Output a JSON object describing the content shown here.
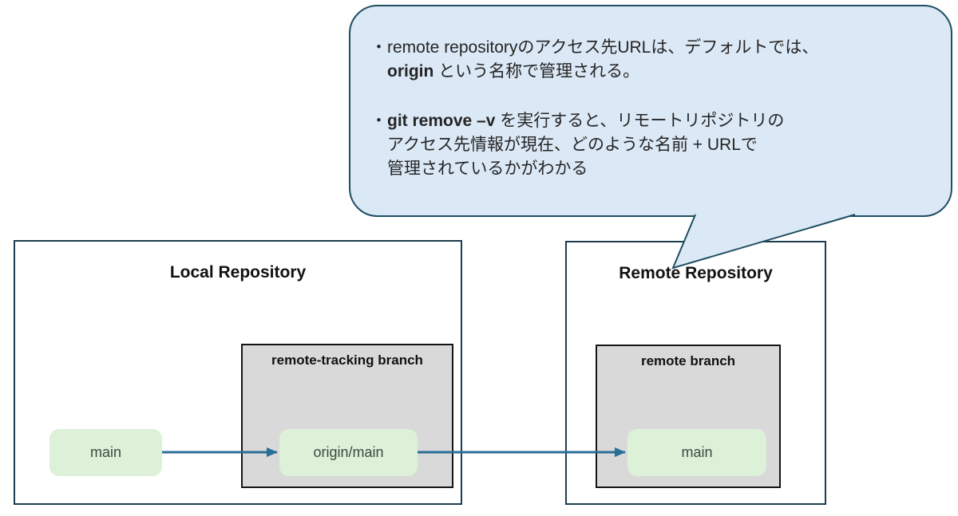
{
  "bubble": {
    "fill": "#dbe8f5",
    "border_color": "#1f4e63",
    "paragraphs": [
      {
        "lines": [
          {
            "indent": false,
            "segments": [
              {
                "text": "・remote repositoryのアクセス先URLは、デフォルトでは、",
                "bold": false
              }
            ]
          },
          {
            "indent": true,
            "segments": [
              {
                "text": "origin",
                "bold": true
              },
              {
                "text": " という名称で管理される。",
                "bold": false
              }
            ]
          }
        ]
      },
      {
        "lines": [
          {
            "indent": false,
            "segments": [
              {
                "text": "・",
                "bold": false
              },
              {
                "text": "git remove –v",
                "bold": true
              },
              {
                "text": " を実行すると、リモートリポジトリの",
                "bold": false
              }
            ]
          },
          {
            "indent": true,
            "segments": [
              {
                "text": "アクセス先情報が現在、どのような名前 + URLで",
                "bold": false
              }
            ]
          },
          {
            "indent": true,
            "segments": [
              {
                "text": "管理されているかがわかる",
                "bold": false
              }
            ]
          }
        ]
      }
    ]
  },
  "local_repository": {
    "title": "Local Repository",
    "main_branch_label": "main",
    "tracking_panel": {
      "title": "remote-tracking branch",
      "branch_label": "origin/main"
    }
  },
  "remote_repository": {
    "title": "Remote Repository",
    "branch_panel": {
      "title": "remote branch",
      "branch_label": "main"
    }
  },
  "colors": {
    "arrow": "#2a6e99",
    "panel_gray": "#d9d9d9",
    "panel_border": "#141414",
    "branch_green": "#ddf0d8",
    "repo_border": "#1c3d4f",
    "bubble_fill": "#dbe8f5",
    "bubble_border": "#1f4e63"
  }
}
